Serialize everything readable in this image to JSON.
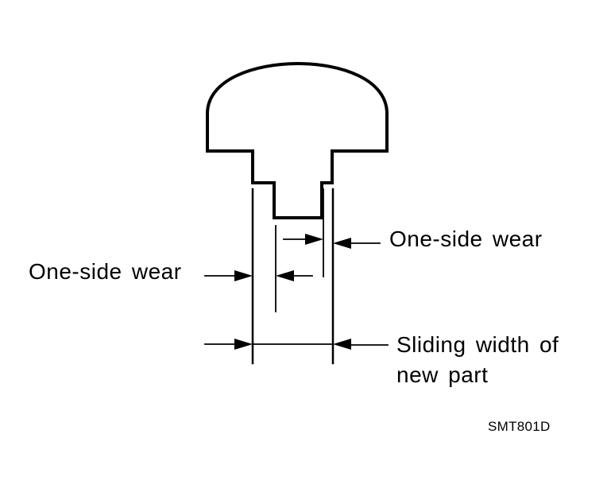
{
  "labels": {
    "one_side_wear_right": "One-side  wear",
    "one_side_wear_left": "One-side  wear",
    "sliding_width_line1": "Sliding  width  of",
    "sliding_width_line2": "new  part",
    "figure_code": "SMT801D"
  },
  "colors": {
    "ink": "#000000",
    "background": "#ffffff"
  }
}
